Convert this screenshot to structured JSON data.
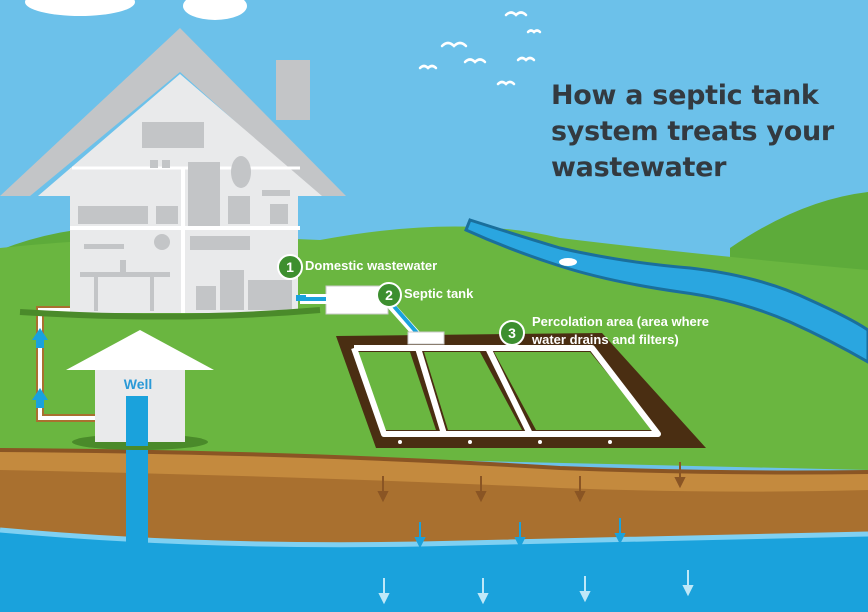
{
  "title": "How a septic tank system treats your wastewater",
  "steps": [
    {
      "number": "1",
      "label": "Domestic wastewater"
    },
    {
      "number": "2",
      "label": "Septic tank"
    },
    {
      "number": "3",
      "label_line1": "Percolation area (area where",
      "label_line2": "water drains and filters)"
    }
  ],
  "well_label": "Well",
  "colors": {
    "sky": "#6cc1ea",
    "grass": "#6ab640",
    "soil": "#a9702f",
    "groundwater": "#1aa2dc",
    "house": "#e9eaeb",
    "title": "#333a40",
    "badge": "#3d8f2f"
  }
}
